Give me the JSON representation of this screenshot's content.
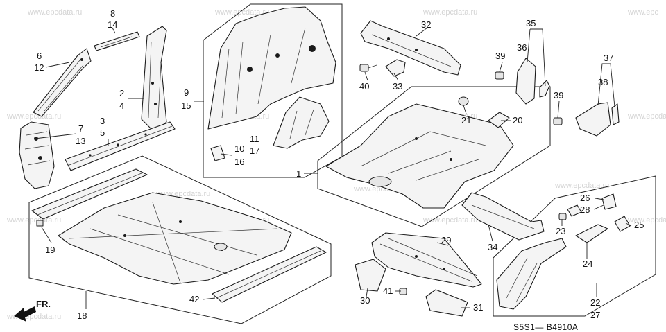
{
  "watermarks": [
    "www.epcdata.ru",
    "www.epcdata.ru",
    "www.epcdata.ru",
    "www.epc",
    "www.epcdata.ru",
    "www.epcdata.ru",
    "www.epcdata.ru",
    "www.epcdata.ru",
    "www.epcdata.ru",
    "www.epcdata.ru",
    "www.epcdata.ru",
    "www.epcdata.ru",
    "www.epcdata.ru",
    "www.epcdata.ru",
    "www.epcdata.ru",
    "www.epcdata.ru"
  ],
  "callouts": {
    "n1": "1",
    "n2": "2",
    "n3": "3",
    "n4": "4",
    "n5": "5",
    "n6": "6",
    "n7": "7",
    "n8": "8",
    "n9": "9",
    "n10": "10",
    "n11": "11",
    "n12": "12",
    "n13": "13",
    "n14": "14",
    "n15": "15",
    "n16": "16",
    "n17": "17",
    "n18": "18",
    "n19": "19",
    "n20": "20",
    "n21": "21",
    "n22": "22",
    "n23": "23",
    "n24": "24",
    "n25": "25",
    "n26": "26",
    "n27": "27",
    "n28": "28",
    "n29": "29",
    "n30": "30",
    "n31": "31",
    "n32": "32",
    "n33": "33",
    "n34": "34",
    "n35": "35",
    "n36": "36",
    "n37": "37",
    "n38": "38",
    "n39a": "39",
    "n39b": "39",
    "n40": "40",
    "n41": "41",
    "n42": "42"
  },
  "direction_label": "FR.",
  "diagram_code": "S5S1— B4910A",
  "icons": {
    "direction_arrow": "front-arrow-icon"
  }
}
